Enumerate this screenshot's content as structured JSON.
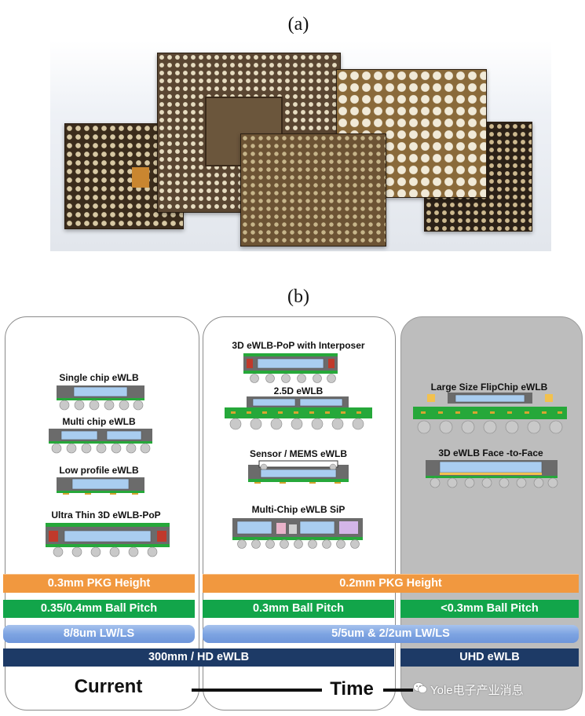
{
  "figure_labels": {
    "a": "(a)",
    "b": "(b)"
  },
  "panels": {
    "current": {
      "packages": [
        "Single chip eWLB",
        "Multi chip eWLB",
        "Low profile eWLB",
        "Ultra Thin 3D eWLB-PoP"
      ]
    },
    "mid": {
      "packages": [
        "3D eWLB-PoP with Interposer",
        "2.5D eWLB",
        "Sensor / MEMS eWLB",
        "Multi-Chip eWLB SiP"
      ]
    },
    "future": {
      "packages": [
        "Large Size FlipChip eWLB",
        "3D eWLB Face -to-Face"
      ]
    }
  },
  "bars": {
    "pkg_height_current": "0.3mm PKG Height",
    "pkg_height_mid": "0.2mm PKG Height",
    "ball_pitch_current": "0.35/0.4mm Ball Pitch",
    "ball_pitch_mid": "0.3mm Ball Pitch",
    "ball_pitch_future": "<0.3mm Ball Pitch",
    "lwls_current": "8/8um LW/LS",
    "lwls_mid": "5/5um  &  2/2um LW/LS",
    "wafer_current": "300mm / HD eWLB",
    "wafer_future": "UHD eWLB"
  },
  "timeline": {
    "start": "Current",
    "axis": "Time"
  },
  "watermark": "Yole电子产业消息",
  "colors": {
    "orange": "#f1983f",
    "green": "#12a54a",
    "blue": "#7ea4e2",
    "navy": "#1d3a66",
    "die": "#a9cdf0",
    "mold": "#6b6b6b",
    "pcb": "#26a83a",
    "ball": "#c9c9c9",
    "pad": "#c0392b"
  }
}
